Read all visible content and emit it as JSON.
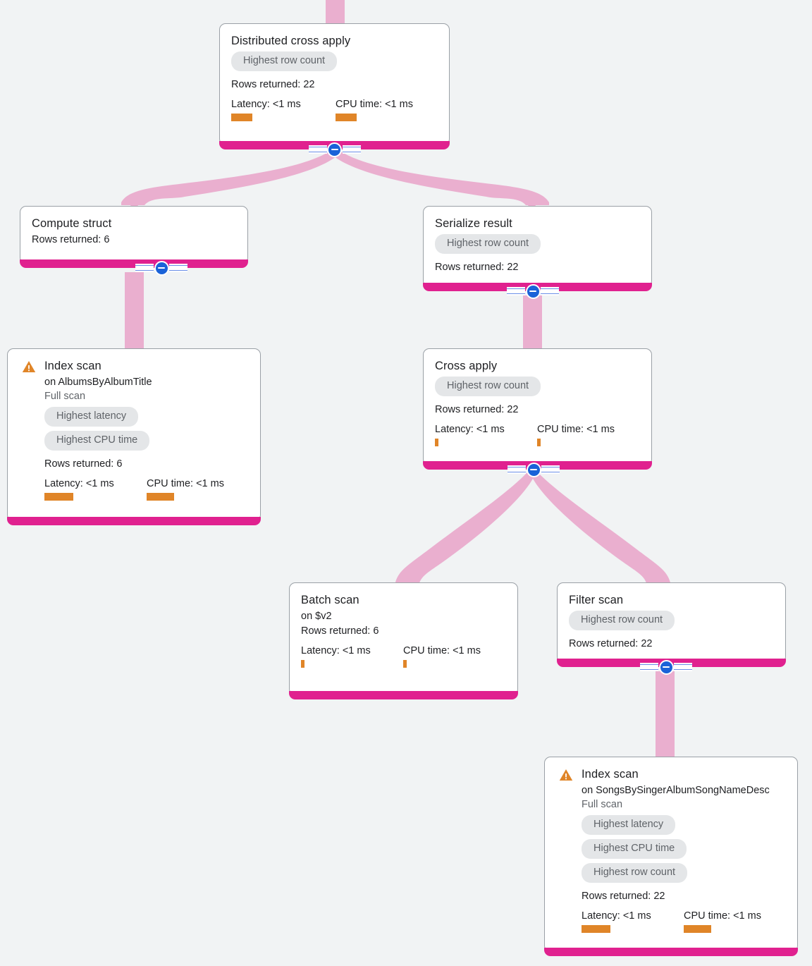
{
  "diagram": {
    "kind": "query-execution-plan",
    "background_color": "#f1f3f4",
    "accent_color": "#e0218f",
    "edge_color": "#eaafcf",
    "metric_bar_color": "#e08528",
    "badge_bg_color": "#e4e6e8",
    "badge_text_color": "#5f6368",
    "toggle_color": "#1a62d8"
  },
  "labels": {
    "rows_prefix": "Rows returned:",
    "latency_prefix": "Latency:",
    "cpu_prefix": "CPU time:"
  },
  "nodes": [
    {
      "id": "distributed-cross-apply",
      "title": "Distributed cross apply",
      "subtitle": "",
      "scan_type": "",
      "warning": false,
      "badges": [
        "Highest row count"
      ],
      "rows_returned": "Rows returned: 22",
      "latency": "Latency: <1 ms",
      "cpu_time": "CPU time: <1 ms",
      "has_toggle": true
    },
    {
      "id": "compute-struct",
      "title": "Compute struct",
      "subtitle": "",
      "scan_type": "",
      "warning": false,
      "badges": [],
      "rows_returned": "Rows returned: 6",
      "latency": "",
      "cpu_time": "",
      "has_toggle": true
    },
    {
      "id": "serialize-result",
      "title": "Serialize result",
      "subtitle": "",
      "scan_type": "",
      "warning": false,
      "badges": [
        "Highest row count"
      ],
      "rows_returned": "Rows returned: 22",
      "latency": "",
      "cpu_time": "",
      "has_toggle": true
    },
    {
      "id": "index-scan-albums",
      "title": "Index scan",
      "subtitle": "on AlbumsByAlbumTitle",
      "scan_type": "Full scan",
      "warning": true,
      "badges": [
        "Highest latency",
        "Highest CPU time"
      ],
      "rows_returned": "Rows returned: 6",
      "latency": "Latency: <1 ms",
      "cpu_time": "CPU time: <1 ms",
      "has_toggle": false
    },
    {
      "id": "cross-apply",
      "title": "Cross apply",
      "subtitle": "",
      "scan_type": "",
      "warning": false,
      "badges": [
        "Highest row count"
      ],
      "rows_returned": "Rows returned: 22",
      "latency": "Latency: <1 ms",
      "cpu_time": "CPU time: <1 ms",
      "has_toggle": true
    },
    {
      "id": "batch-scan",
      "title": "Batch scan",
      "subtitle": "on $v2",
      "scan_type": "",
      "warning": false,
      "badges": [],
      "rows_returned": "Rows returned: 6",
      "latency": "Latency: <1 ms",
      "cpu_time": "CPU time: <1 ms",
      "has_toggle": false
    },
    {
      "id": "filter-scan",
      "title": "Filter scan",
      "subtitle": "",
      "scan_type": "",
      "warning": false,
      "badges": [
        "Highest row count"
      ],
      "rows_returned": "Rows returned: 22",
      "latency": "",
      "cpu_time": "",
      "has_toggle": true
    },
    {
      "id": "index-scan-songs",
      "title": "Index scan",
      "subtitle": "on SongsBySingerAlbumSongNameDesc",
      "scan_type": "Full scan",
      "warning": true,
      "badges": [
        "Highest latency",
        "Highest CPU time",
        "Highest row count"
      ],
      "rows_returned": "Rows returned: 22",
      "latency": "Latency: <1 ms",
      "cpu_time": "CPU time: <1 ms",
      "has_toggle": false
    }
  ],
  "edges": [
    {
      "from": "top-inlet",
      "to": "distributed-cross-apply"
    },
    {
      "from": "distributed-cross-apply",
      "to": "compute-struct"
    },
    {
      "from": "distributed-cross-apply",
      "to": "serialize-result"
    },
    {
      "from": "compute-struct",
      "to": "index-scan-albums"
    },
    {
      "from": "serialize-result",
      "to": "cross-apply"
    },
    {
      "from": "cross-apply",
      "to": "batch-scan"
    },
    {
      "from": "cross-apply",
      "to": "filter-scan"
    },
    {
      "from": "filter-scan",
      "to": "index-scan-songs"
    }
  ]
}
